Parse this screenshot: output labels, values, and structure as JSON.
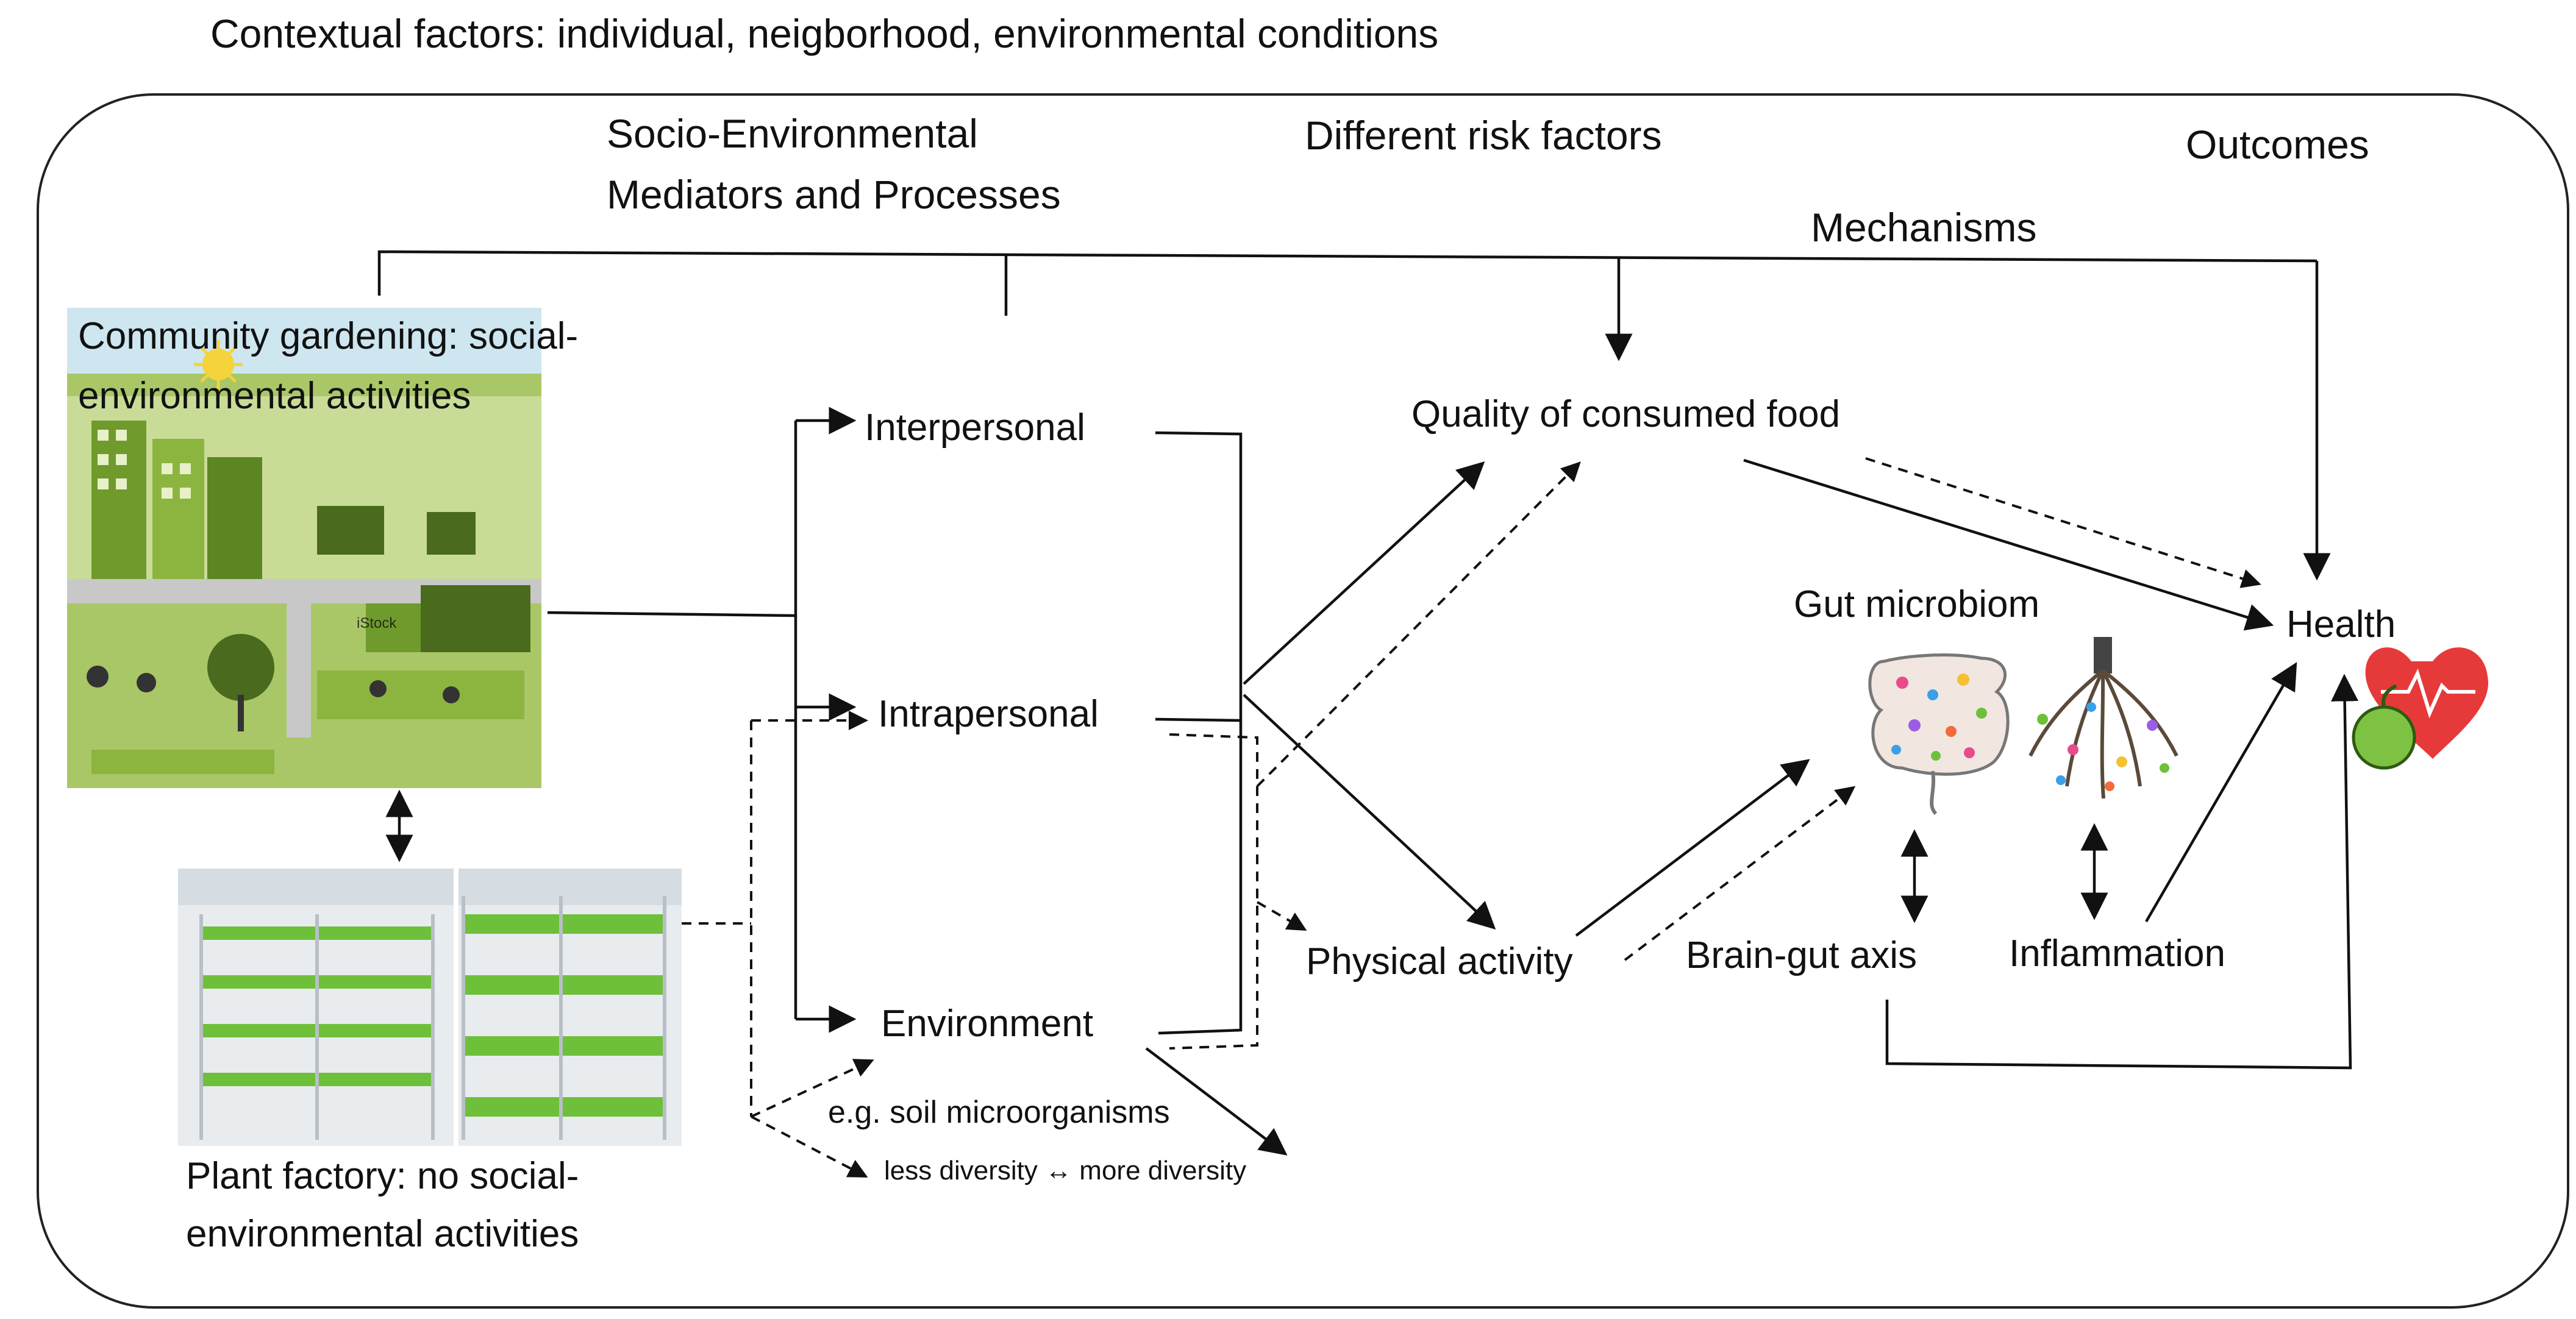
{
  "header": {
    "context": "Contextual factors: individual, neigborhood, environmental conditions"
  },
  "columns": {
    "mediators_line1": "Socio-Environmental",
    "mediators_line2": "Mediators and Processes",
    "risk_factors": "Different risk factors",
    "outcomes": "Outcomes",
    "mechanisms": "Mechanisms"
  },
  "left": {
    "community_line1": "Community gardening: social-",
    "community_line2": "environmental activities",
    "plant_line1": "Plant factory: no social-",
    "plant_line2": "environmental activities",
    "watermark": "iStock"
  },
  "mediators": {
    "interpersonal": "Interpersonal",
    "intrapersonal": "Intrapersonal",
    "environment": "Environment",
    "soil_example": "e.g. soil microorganisms",
    "diversity": "less diversity ↔ more diversity"
  },
  "risks": {
    "food": "Quality of consumed food",
    "physical": "Physical activity"
  },
  "mechanisms": {
    "gut": "Gut microbiom",
    "brain_gut": "Brain-gut axis",
    "inflammation": "Inflammation"
  },
  "outcome": {
    "health": "Health"
  },
  "icons": [
    "sun-icon",
    "city-garden-illustration",
    "greenhouse-shelves-illustration",
    "intestine-icon",
    "root-microbe-icon",
    "heart-apple-icon"
  ],
  "colors": {
    "garden_green": "#8fb348",
    "garden_dark": "#4a6b1e",
    "sky": "#cde6f0",
    "plant_green": "#6ec03a",
    "heart_red": "#e63a3a",
    "apple_green": "#7dc242"
  }
}
